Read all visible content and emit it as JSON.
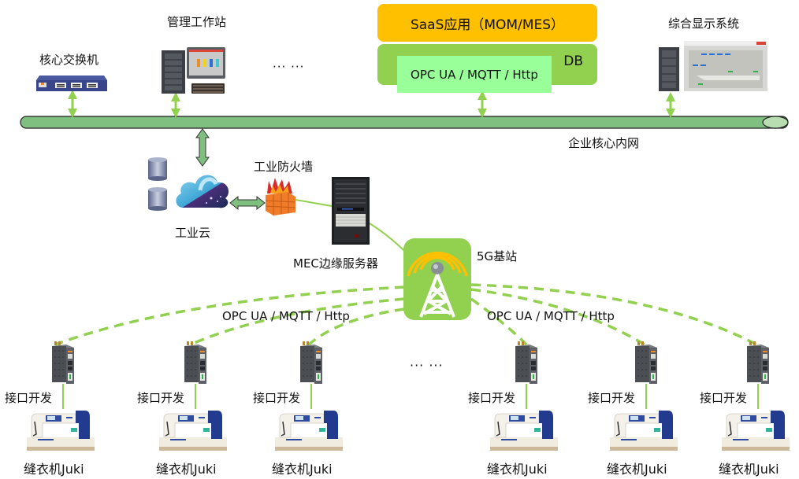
{
  "title_nodes": {
    "core_switch": "核心交换机",
    "mgmt_workstation": "管理工作站",
    "ellipsis_top": "··· ···",
    "saas_app": "SaaS应用（MOM/MES）",
    "db": "DB",
    "opc_top": "OPC UA / MQTT / Http",
    "display_system": "综合显示系统",
    "enterprise_network": "企业核心内网",
    "industrial_cloud": "工业云",
    "firewall": "工业防火墙",
    "mec_server": "MEC边缘服务器",
    "base_station": "5G基站",
    "opc_left": "OPC UA / MQTT / Http",
    "opc_right": "OPC UA / MQTT / Http",
    "ellipsis_bottom": "··· ···"
  },
  "devices": [
    {
      "interface_label": "接口开发",
      "machine_label": "缝衣机Juki"
    },
    {
      "interface_label": "接口开发",
      "machine_label": "缝衣机Juki"
    },
    {
      "interface_label": "接口开发",
      "machine_label": "缝衣机Juki"
    },
    {
      "interface_label": "接口开发",
      "machine_label": "缝衣机Juki"
    },
    {
      "interface_label": "接口开发",
      "machine_label": "缝衣机Juki"
    },
    {
      "interface_label": "接口开发",
      "machine_label": "缝衣机Juki"
    }
  ],
  "colors": {
    "bus_green": "#7fbf7f",
    "link_green": "#92d050",
    "saas_orange": "#ffc000",
    "db_green": "#92d050",
    "opc_light_green": "#99ff99"
  }
}
